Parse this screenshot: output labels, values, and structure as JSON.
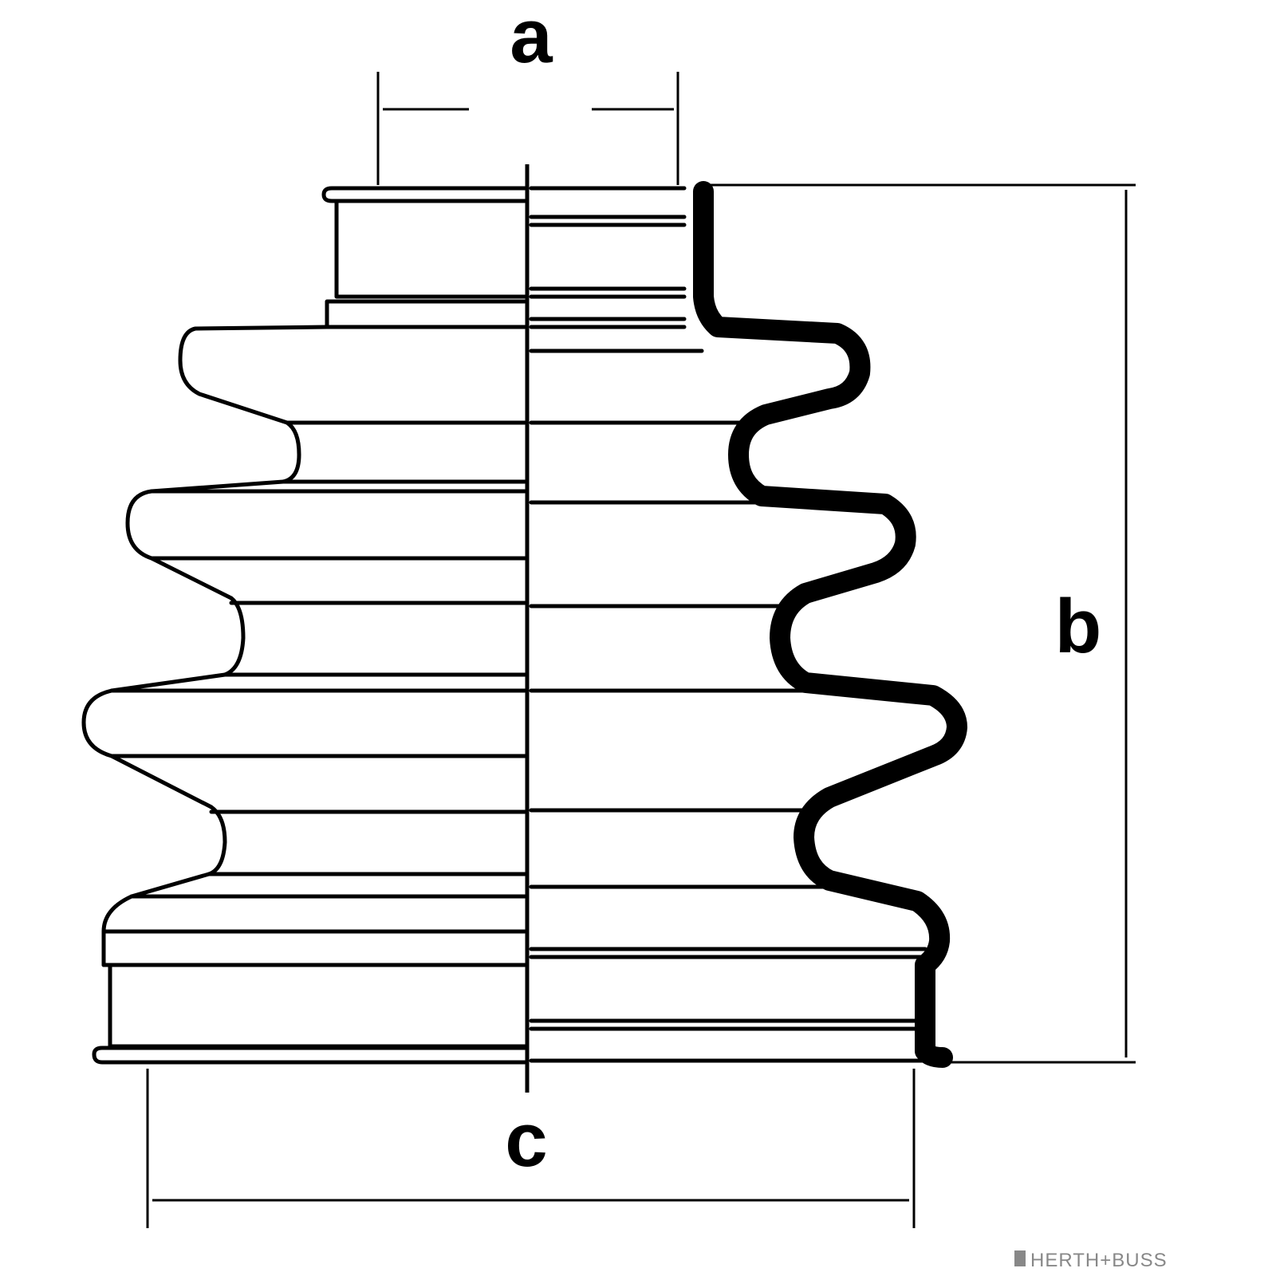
{
  "labels": {
    "a": "a",
    "b": "b",
    "c": "c"
  },
  "brand": "HERTH+BUSS",
  "colors": {
    "line": "#000000",
    "background": "#ffffff",
    "brand_text": "#888888"
  }
}
